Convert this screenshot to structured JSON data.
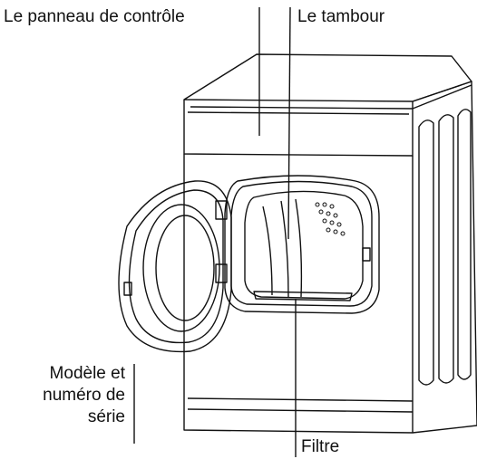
{
  "labels": {
    "control_panel": "Le panneau de contrôle",
    "drum": "Le tambour",
    "model_line1": "Modèle et",
    "model_line2": "numéro de",
    "model_line3": "série",
    "filter": "Filtre"
  },
  "colors": {
    "line": "#111111",
    "background": "#ffffff"
  }
}
